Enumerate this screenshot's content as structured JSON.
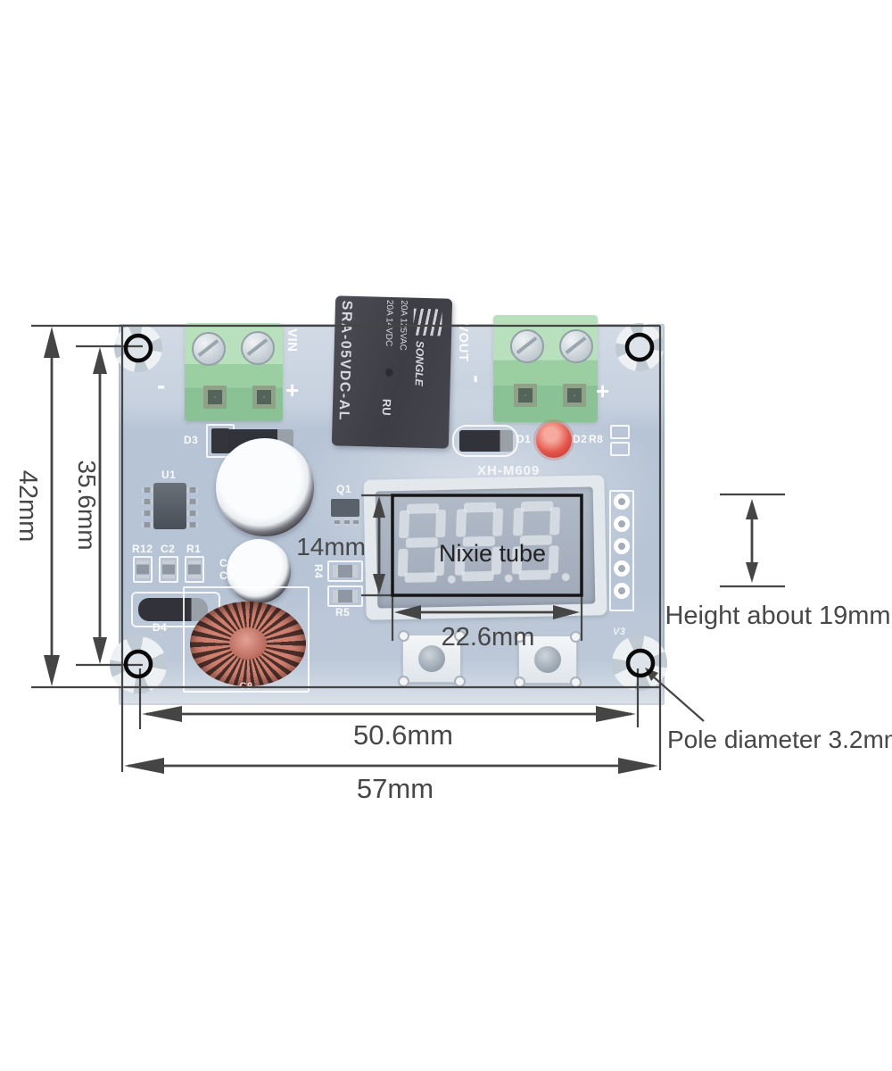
{
  "dimensions": {
    "board_width": "57mm",
    "hole_spacing_width": "50.6mm",
    "board_height": "42mm",
    "hole_spacing_height": "35.6mm",
    "display_height": "14mm",
    "display_width": "22.6mm"
  },
  "notes": {
    "display_label": "Nixie tube",
    "height_note": "Height about 19mm",
    "pole_note": "Pole diameter 3.2mm"
  },
  "board": {
    "model_silk": "XH-M609",
    "vin": {
      "name": "VIN",
      "minus": "-",
      "plus": "+"
    },
    "vout": {
      "name": "VOUT",
      "minus": "-",
      "plus": "+"
    },
    "relay": {
      "model": "SRA-05VDC-AL",
      "rating1": "20A 14VDC",
      "rating2": "20A 125VAC",
      "brand": "SONGLE",
      "cert": "RU"
    },
    "silk": {
      "d1": "D1",
      "d2": "D2",
      "d3": "D3",
      "d4": "D4",
      "u1": "U1",
      "q1": "Q1",
      "r1": "R1",
      "r4": "R4",
      "r5": "R5",
      "r8": "R8",
      "r12": "R12",
      "c1": "C1",
      "c2": "C2",
      "c3": "C3",
      "c9": "C9",
      "v3": "V3"
    }
  },
  "colors": {
    "pcb": "#b7c4d5",
    "terminal_green": "#9bcfa1",
    "relay_dark": "#42424a",
    "led_red": "#e4544a",
    "inductor_red": "#cd7c6d",
    "annotation": "#474747",
    "pole_ring": "#0a0a0a"
  }
}
